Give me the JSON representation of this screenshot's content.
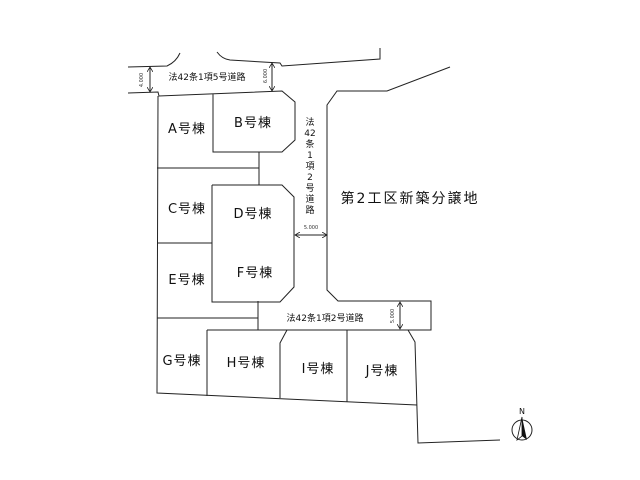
{
  "roads": {
    "top_road": "法42条1項5号道路",
    "vertical_road_chars": [
      "法",
      "42",
      "条",
      "1",
      "項",
      "2",
      "号",
      "道",
      "路"
    ],
    "lower_road": "法42条1項2号道路"
  },
  "dimensions": {
    "top_left": "4.000",
    "top_right": "6.000",
    "vertical_road_width": "5.000",
    "lower_road_width": "5.000"
  },
  "lots": [
    "A号棟",
    "B号棟",
    "C号棟",
    "D号棟",
    "E号棟",
    "F号棟",
    "G号棟",
    "H号棟",
    "I号棟",
    "J号棟"
  ],
  "area_label": "第2工区新築分譲地",
  "north_label": "N"
}
